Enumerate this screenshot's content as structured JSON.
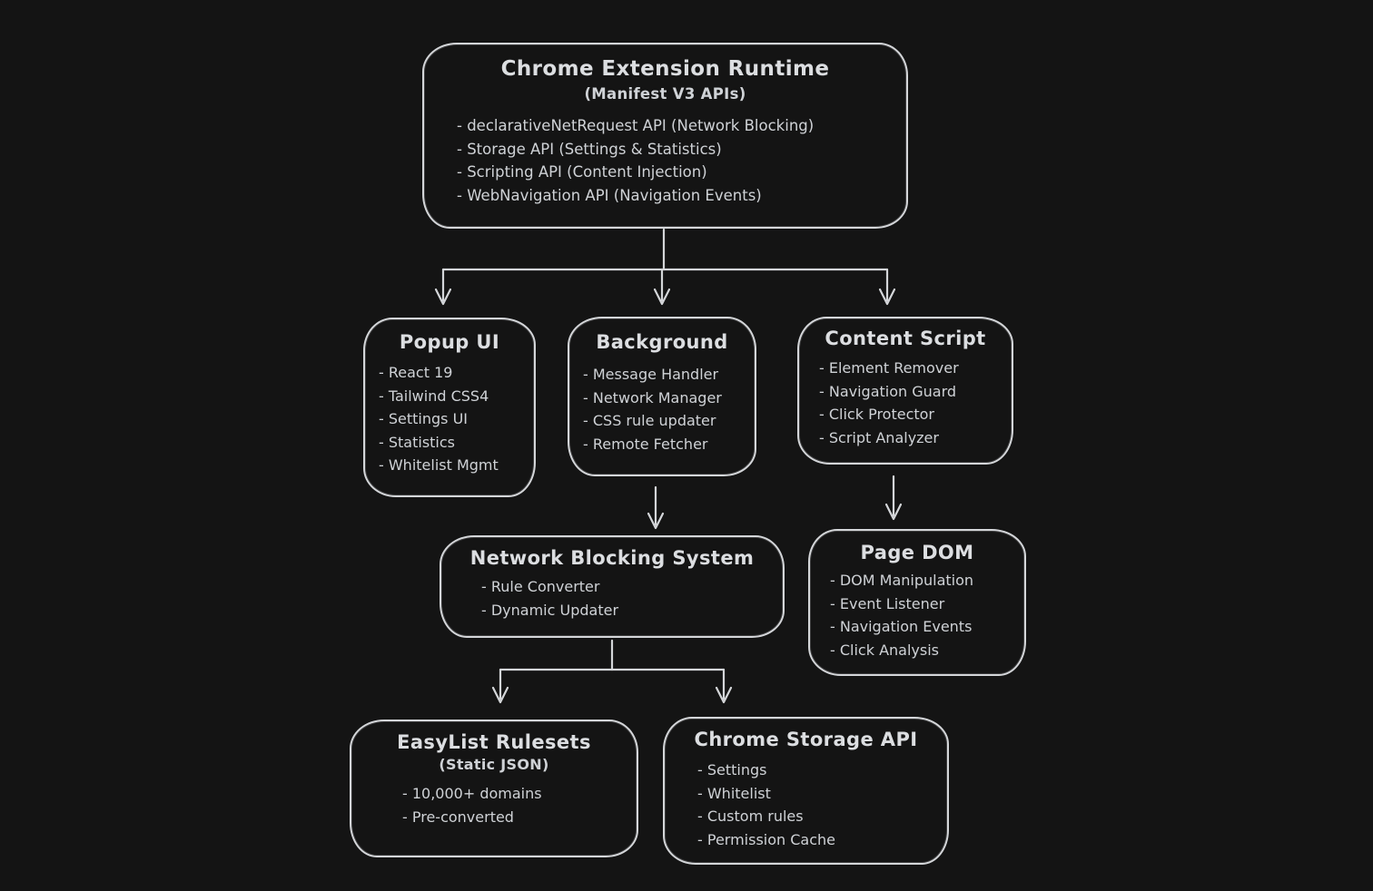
{
  "canvas": {
    "background_color": "#141414",
    "stroke_color": "#d4d6d9"
  },
  "nodes": {
    "runtime": {
      "title": "Chrome Extension Runtime",
      "subtitle": "(Manifest V3 APIs)",
      "items": [
        "- declarativeNetRequest API (Network Blocking)",
        "- Storage API (Settings & Statistics)",
        "- Scripting API (Content Injection)",
        "- WebNavigation API (Navigation Events)"
      ]
    },
    "popup": {
      "title": "Popup UI",
      "items": [
        "- React 19",
        "- Tailwind CSS4",
        "- Settings UI",
        "- Statistics",
        "- Whitelist Mgmt"
      ]
    },
    "background": {
      "title": "Background",
      "items": [
        "- Message Handler",
        "- Network Manager",
        "- CSS rule updater",
        "- Remote Fetcher"
      ]
    },
    "content_script": {
      "title": "Content Script",
      "items": [
        "- Element Remover",
        "- Navigation Guard",
        "- Click Protector",
        "- Script Analyzer"
      ]
    },
    "network_blocking": {
      "title": "Network Blocking System",
      "items": [
        "- Rule Converter",
        "- Dynamic Updater"
      ]
    },
    "page_dom": {
      "title": "Page DOM",
      "items": [
        "- DOM Manipulation",
        "- Event Listener",
        "- Navigation Events",
        "- Click Analysis"
      ]
    },
    "easylist": {
      "title": "EasyList Rulesets",
      "subtitle": "(Static JSON)",
      "items": [
        "- 10,000+ domains",
        "- Pre-converted"
      ]
    },
    "storage": {
      "title": "Chrome Storage API",
      "items": [
        "- Settings",
        "- Whitelist",
        "- Custom rules",
        "- Permission Cache"
      ]
    }
  }
}
